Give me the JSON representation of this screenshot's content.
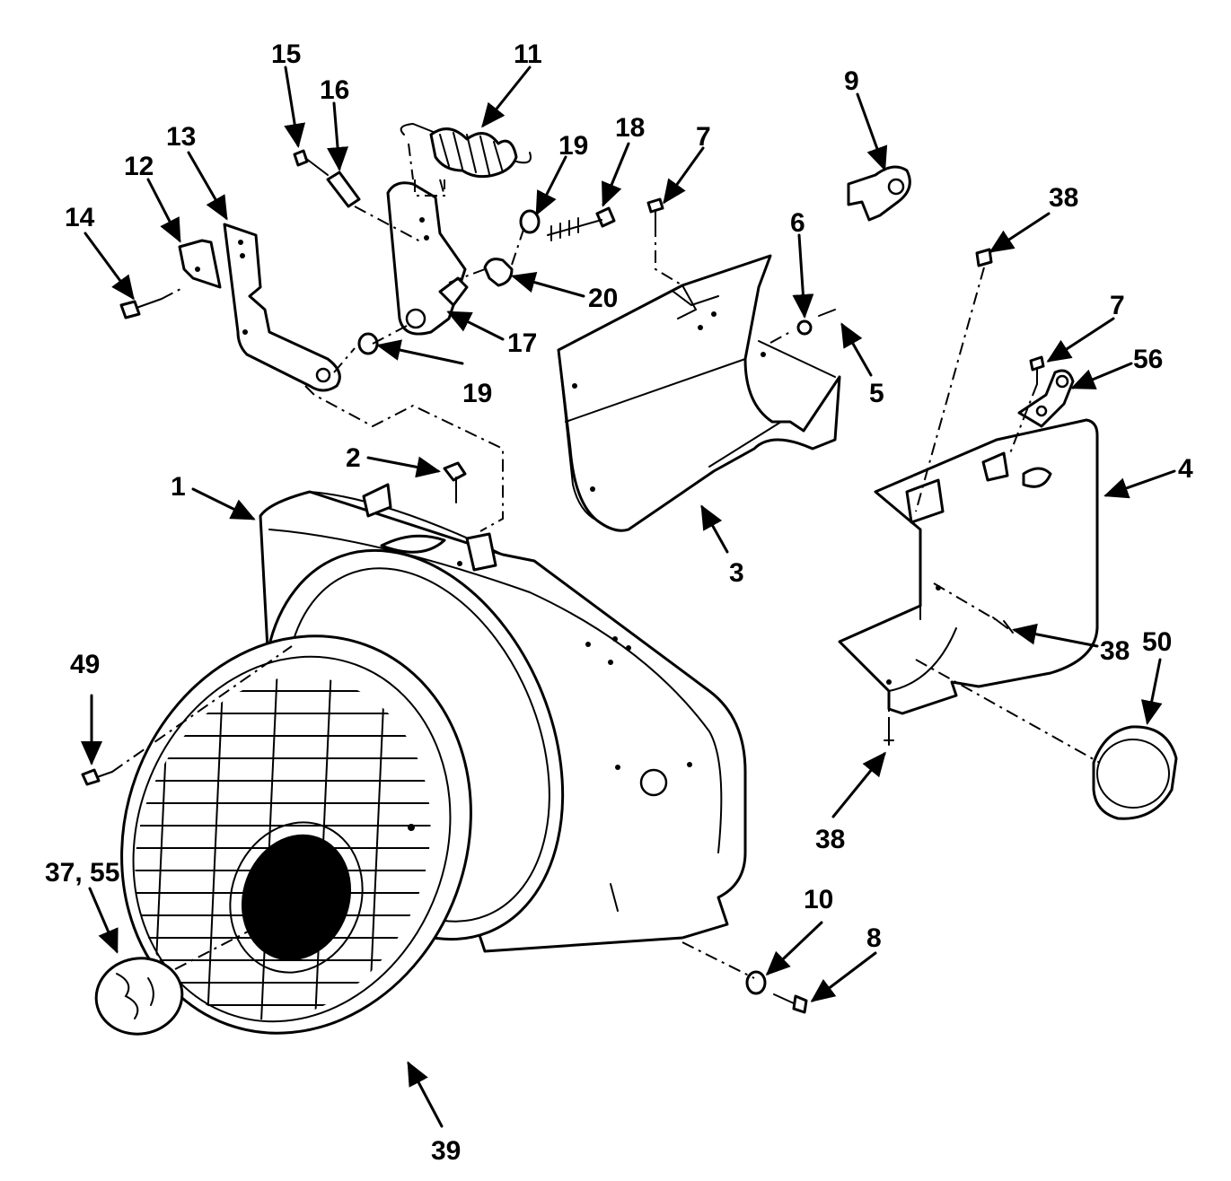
{
  "callouts": {
    "c1": "1",
    "c2": "2",
    "c3": "3",
    "c4": "4",
    "c5": "5",
    "c6": "6",
    "c7a": "7",
    "c7b": "7",
    "c8": "8",
    "c9": "9",
    "c10": "10",
    "c11": "11",
    "c12": "12",
    "c13": "13",
    "c14": "14",
    "c15": "15",
    "c16": "16",
    "c17": "17",
    "c18": "18",
    "c19a": "19",
    "c19b": "19",
    "c20": "20",
    "c37": "37, 55",
    "c38a": "38",
    "c38b": "38",
    "c38c": "38",
    "c39": "39",
    "c49": "49",
    "c50": "50",
    "c56": "56"
  }
}
